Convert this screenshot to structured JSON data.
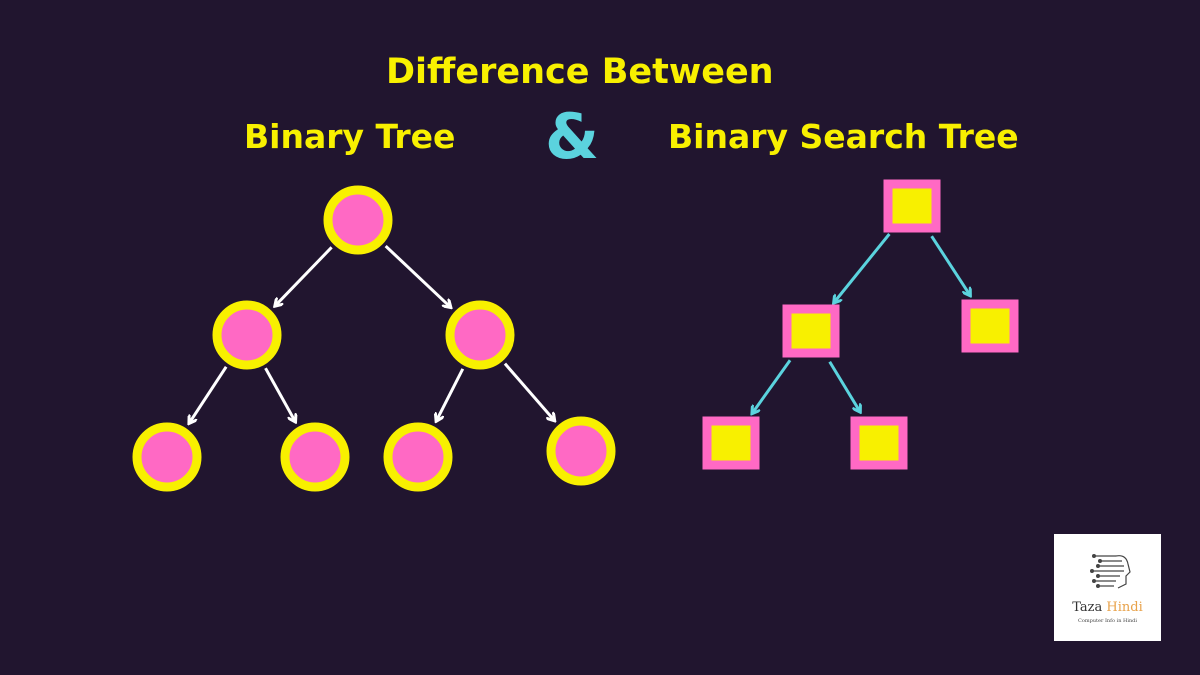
{
  "title": "Difference Between",
  "left_label": "Binary Tree",
  "ampersand": "&",
  "right_label": "Binary Search Tree",
  "colors": {
    "background": "#21152f",
    "text": "#f8f000",
    "ampersand": "#5bd3de",
    "circle_fill": "#ff69c4",
    "circle_ring": "#f8f000",
    "square_fill": "#f8f000",
    "square_border": "#ff69c4",
    "bt_arrow": "#ffffff",
    "bst_arrow": "#5bd3de"
  },
  "logo": {
    "name_part1": "Taza",
    "name_part2": "Hindi",
    "tagline": "Computer Info in Hindi",
    "icon": "circuit-head-icon"
  }
}
